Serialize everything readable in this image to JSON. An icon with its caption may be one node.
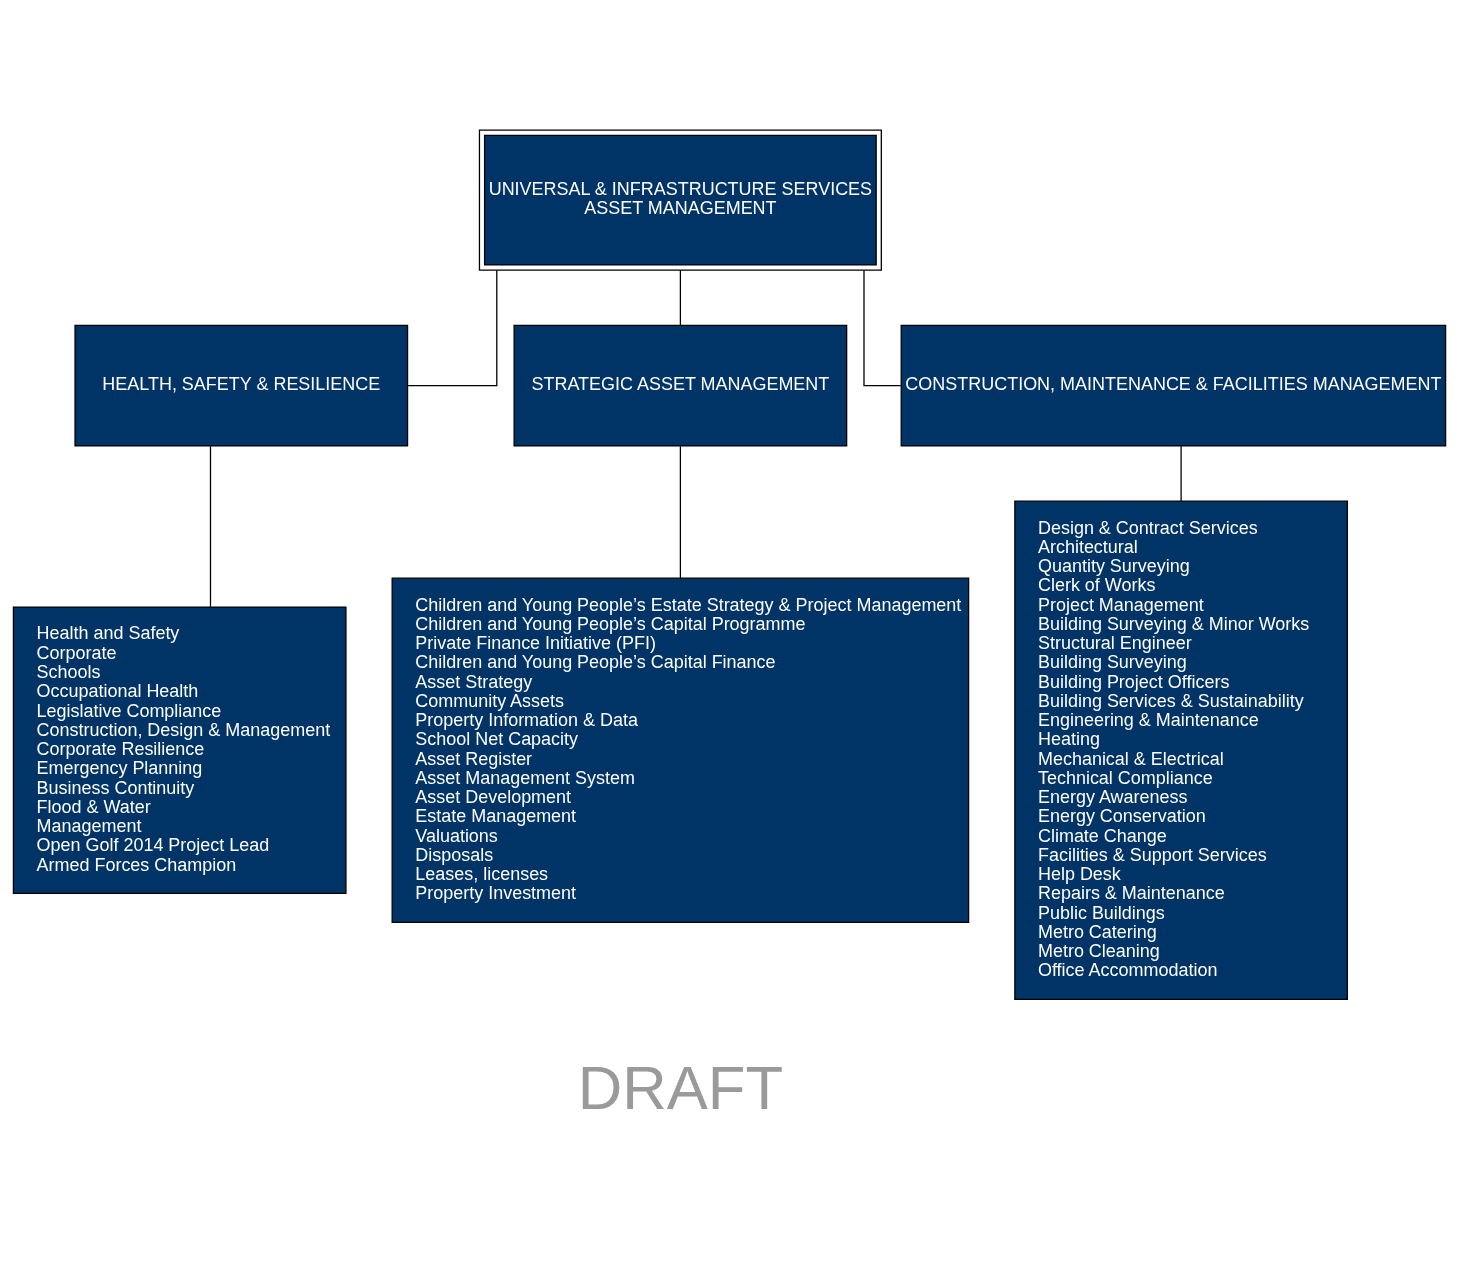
{
  "diagram": {
    "nodes": [
      {
        "text": [
          "UNIVERSAL & INFRASTRUCTURE SERVICES",
          "ASSET MANAGEMENT"
        ]
      },
      {
        "text": [
          "HEALTH, SAFETY & RESILIENCE"
        ]
      },
      {
        "text": [
          "STRATEGIC ASSET MANAGEMENT"
        ]
      },
      {
        "text": [
          "CONSTRUCTION, MAINTENANCE & FACILITIES MANAGEMENT"
        ]
      },
      {
        "text": [
          "Health and Safety",
          "Corporate",
          "Schools",
          "Occupational Health",
          "Legislative Compliance",
          "Construction, Design & Management",
          "Corporate Resilience",
          "Emergency Planning",
          "Business Continuity",
          "Flood & Water",
          "Management",
          "Open Golf 2014 Project Lead",
          "Armed Forces Champion"
        ]
      },
      {
        "text": [
          "Children and Young People’s Estate Strategy & Project Management",
          "Children and Young People’s Capital Programme",
          "Private Finance Initiative (PFI)",
          "Children and Young People’s Capital Finance",
          "Asset Strategy",
          "Community Assets",
          "Property Information & Data",
          "School Net Capacity",
          "Asset Register",
          "Asset Management System",
          "Asset Development",
          "Estate Management",
          "Valuations",
          "Disposals",
          "Leases, licenses",
          "Property Investment"
        ]
      },
      {
        "text": [
          "Design & Contract Services",
          "Architectural",
          "Quantity Surveying",
          "Clerk of Works",
          "Project Management",
          "Building Surveying & Minor Works",
          "Structural Engineer",
          "Building Surveying",
          "Building Project Officers",
          "Building Services & Sustainability",
          "Engineering & Maintenance",
          "Heating",
          "Mechanical & Electrical",
          "Technical Compliance",
          "Energy Awareness",
          "Energy Conservation",
          "Climate Change",
          "Facilities & Support Services",
          "Help Desk",
          "Repairs & Maintenance",
          "Public Buildings",
          "Metro Catering",
          "Metro Cleaning",
          "Office Accommodation"
        ]
      }
    ],
    "edges": [
      {
        "from": 0,
        "to": 1,
        "arrow": "none"
      },
      {
        "from": 0,
        "to": 2,
        "arrow": "none"
      },
      {
        "from": 0,
        "to": 3,
        "arrow": "none"
      },
      {
        "from": 1,
        "to": 4,
        "arrow": "none"
      },
      {
        "from": 2,
        "to": 5,
        "arrow": "none"
      },
      {
        "from": 3,
        "to": 6,
        "arrow": "none"
      }
    ],
    "labels": [
      "DRAFT"
    ]
  }
}
